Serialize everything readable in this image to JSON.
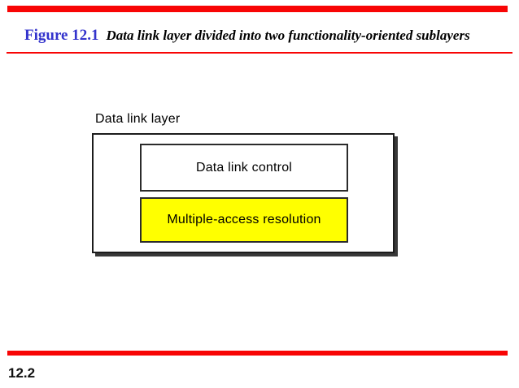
{
  "slide": {
    "header": {
      "figure_label": "Figure 12.1",
      "figure_caption": "Data link layer divided into two functionality-oriented sublayers"
    },
    "diagram": {
      "container_label": "Data link layer",
      "sublayers": [
        {
          "label": "Data link control",
          "fill": "#FFFFFF"
        },
        {
          "label": "Multiple-access resolution",
          "fill": "#FFFF00"
        }
      ]
    },
    "footer": {
      "page_number": "12.2"
    },
    "colors": {
      "accent_red": "#F80505",
      "figure_label_blue": "#3333CC",
      "highlight_yellow": "#FFFF00",
      "box_border": "#1C1C1C",
      "box_shadow": "#383838"
    }
  }
}
